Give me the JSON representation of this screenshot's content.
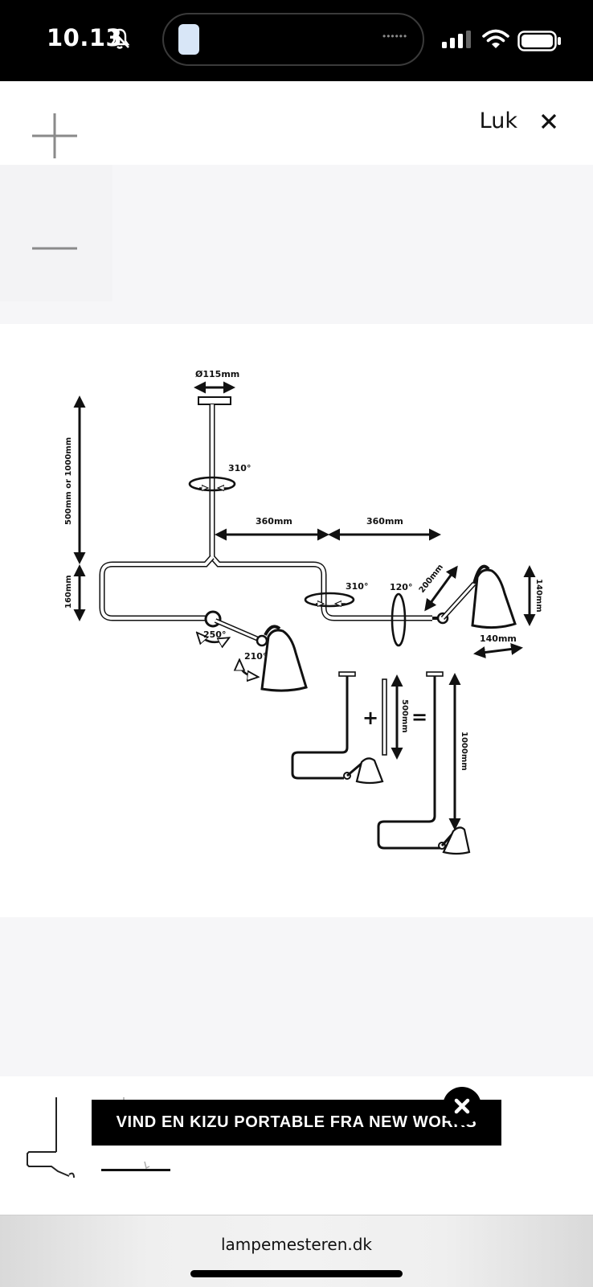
{
  "status_bar": {
    "time": "10.13",
    "icons": [
      "bell-slash-icon",
      "signal-icon",
      "wifi-icon",
      "battery-icon"
    ]
  },
  "viewer": {
    "close_label": "Luk",
    "zoom_in_icon": "plus-icon",
    "zoom_out_icon": "minus-icon",
    "close_icon": "close-x-icon"
  },
  "diagram": {
    "canopy_diameter": "Ø115mm",
    "rod_length": "500mm or 1000mm",
    "drop_height": "160mm",
    "rotation_top": "310°",
    "arm_left_length": "360mm",
    "arm_right_length": "360mm",
    "rotation_right": "310°",
    "tilt_right": "120°",
    "arm_segment": "200mm",
    "shade_height": "140mm",
    "shade_width": "140mm",
    "rotation_arm": "250°",
    "rotation_shade": "210°",
    "extension_length": "500mm",
    "extended_length": "1000mm",
    "plus_sign": "+",
    "equals_sign": "="
  },
  "promo": {
    "text": "VIND EN KIZU PORTABLE FRA NEW WORKS"
  },
  "browser": {
    "url": "lampemesteren.dk"
  }
}
